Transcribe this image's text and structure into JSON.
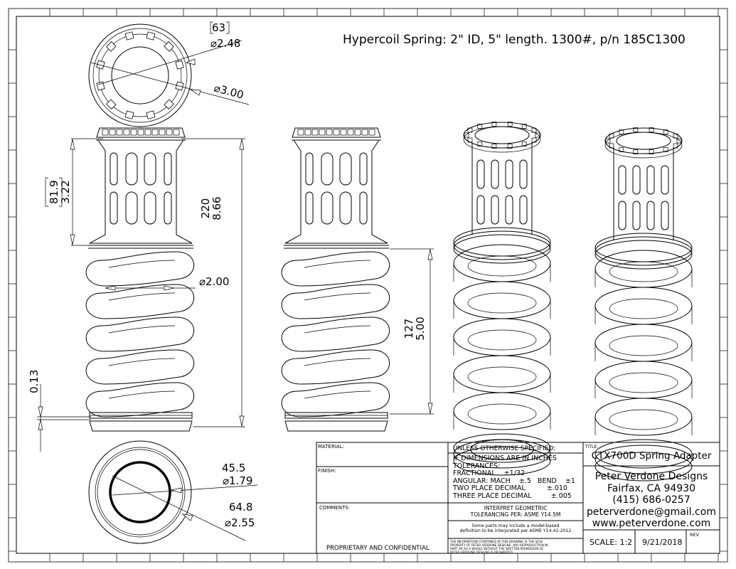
{
  "drawing": {
    "title": "Hypercoil Spring: 2\" ID, 5\" length. 1300#, p/n 185C1300",
    "dimensions": {
      "top_inner_mm": "63",
      "top_inner_in": "⌀2.48",
      "top_outer_in": "⌀3.00",
      "adapter_height_mm": "81.9",
      "adapter_height_in": "3.22",
      "overall_height_mm": "220",
      "overall_height_in": "8.66",
      "spring_id_in": "⌀2.00",
      "base_gap_in": "0.13",
      "spring_length_mm": "127",
      "spring_length_in": "5.00",
      "bottom_inner_mm": "45.5",
      "bottom_inner_in": "⌀1.79",
      "bottom_outer_mm": "64.8",
      "bottom_outer_in": "⌀2.55"
    }
  },
  "title_block": {
    "material_label": "MATERIAL:",
    "finish_label": "FINISH:",
    "comments_label": "COMMENTS:",
    "proprietary": "PROPRIETARY AND CONFIDENTIAL",
    "unless_specified": "UNLESS OTHERWISE SPECIFIED:",
    "tolerances": [
      "IF DIMENSIONS ARE IN INCHES",
      "TOLERANCES:",
      "FRACTIONAL    ±1/32",
      "ANGULAR: MACH    ±.5   BEND    ±1",
      "TWO PLACE DECIMAL          ±.010",
      "THREE PLACE DECIMAL         ±.005"
    ],
    "geometric_1": "INTERPRET GEOMETRIC",
    "geometric_2": "TOLERANCING PER: ASME Y14.5M",
    "model_based_1": "Some parts may include a model-based",
    "model_based_2": "definition to be interpreted per ASME Y14.41-2012",
    "notice": [
      "THE INFORMATION CONTAINED IN THIS DRAWING IS THE SOLE",
      "PROPERTY OF PETER VERDONE DESIGNS.  ANY REPRODUCTION IN",
      "PART OR AS A WHOLE WITHOUT THE WRITTEN PERMISSION OF",
      "PETER VERDONE DESIGNS IS PROHIBITED."
    ],
    "title_label": "TITLE:",
    "title": "CTX700D Spring Adapter",
    "company": [
      "Peter Verdone Designs",
      "Fairfax, CA 94930",
      "(415) 686-0257",
      "peterverdone@gmail.com",
      "www.peterverdone.com"
    ],
    "scale": "SCALE: 1:2",
    "date": "9/21/2018",
    "rev_label": "REV"
  }
}
